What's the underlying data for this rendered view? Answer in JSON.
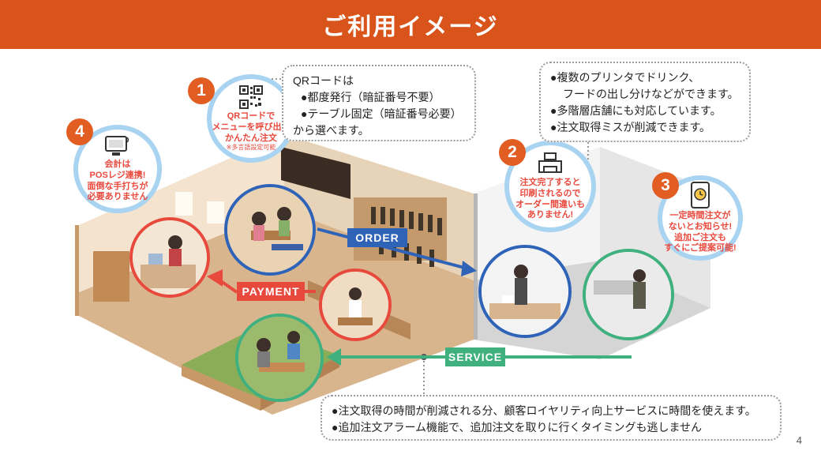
{
  "header": {
    "title": "ご利用イメージ"
  },
  "page_number": "4",
  "notes": {
    "qr": {
      "intro": "QRコードは",
      "item1": "●都度発行（暗証番号不要）",
      "item2": "●テーブル固定（暗証番号必要）",
      "outro": "から選べます。"
    },
    "printer": {
      "line1": "●複数のプリンタでドリンク、",
      "line2": "フードの出し分けなどができます。",
      "line3": "●多階層店舗にも対応しています。",
      "line4": "●注文取得ミスが削減できます。"
    },
    "service": {
      "line1": "●注文取得の時間が削減される分、顧客ロイヤリティ向上サービスに時間を使えます。",
      "line2": "●追加注文アラーム機能で、追加注文を取りに行くタイミングも逃しません"
    }
  },
  "steps": {
    "step1": {
      "number": "1",
      "line1": "QRコードで",
      "line2": "メニューを呼び出し",
      "line3": "かんたん注文",
      "note": "※多言語設定可能",
      "icon": "qr-code-icon"
    },
    "step2": {
      "number": "2",
      "line1": "注文完了すると",
      "line2": "印刷されるので",
      "line3": "オーダー間違いも",
      "line4": "ありません!",
      "icon": "printer-icon"
    },
    "step3": {
      "number": "3",
      "line1": "一定時間注文が",
      "line2": "ないとお知らせ!",
      "line3": "追加ご注文も",
      "line4": "すぐにご提案可能!",
      "icon": "tablet-clock-icon"
    },
    "step4": {
      "number": "4",
      "line1": "会計は",
      "line2": "POSレジ連携!",
      "line3": "面倒な手打ちが",
      "line4": "必要ありません",
      "icon": "pos-register-icon"
    }
  },
  "flow_labels": {
    "order": "ORDER",
    "payment": "PAYMENT",
    "service": "SERVICE"
  },
  "colors": {
    "header": "#d9541a",
    "accent_red": "#e8493d",
    "order_blue": "#2f63b8",
    "service_green": "#3fb07e",
    "bubble_blue": "#a8d3f1",
    "step_orange": "#e15d21"
  }
}
